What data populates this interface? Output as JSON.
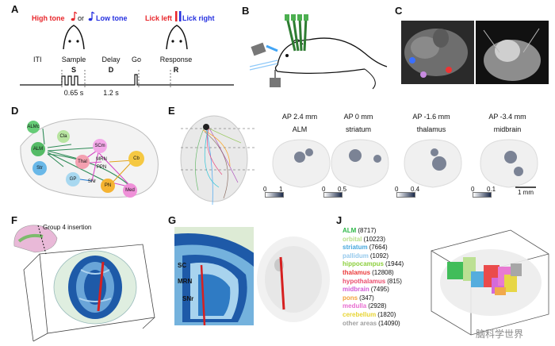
{
  "panels": {
    "A": "A",
    "B": "B",
    "C": "C",
    "D": "D",
    "E": "E",
    "F": "F",
    "G": "G",
    "J": "J"
  },
  "panelA": {
    "high_tone": "High tone",
    "or": "or",
    "low_tone": "Low tone",
    "lick_left": "Lick left",
    "lick_right": "Lick right",
    "iti": "ITI",
    "sample": "Sample",
    "sample_abbr": "S",
    "delay": "Delay",
    "delay_abbr": "D",
    "go": "Go",
    "response": "Response",
    "response_abbr": "R",
    "sample_duration": "0.65 s",
    "delay_duration": "1.2 s",
    "colors": {
      "high": "#e8262b",
      "low": "#2530e0"
    }
  },
  "panelD": {
    "nodes": [
      "ALMc",
      "Cla",
      "ALM",
      "SCm",
      "Thal",
      "MRN",
      "PPN",
      "Str",
      "GP",
      "SNr",
      "PN",
      "Med",
      "Cb"
    ],
    "colors": {
      "ALMc": "#66cc77",
      "Cla": "#b7e4a0",
      "ALM": "#55bb66",
      "SCm": "#f3a8e8",
      "Thal": "#f4a0b0",
      "MRN": "#e3aee8",
      "PPN": "#e3aee8",
      "Str": "#6ab8e8",
      "GP": "#a8d8f0",
      "SNr": "#e9c1ec",
      "PN": "#f5b332",
      "Med": "#ef90d8",
      "Cb": "#f5c842"
    }
  },
  "panelE": {
    "sections": [
      {
        "ap": "AP 2.4 mm",
        "region": "ALM",
        "scale_min": "0",
        "scale_max": "1"
      },
      {
        "ap": "AP 0 mm",
        "region": "striatum",
        "scale_min": "0",
        "scale_max": "0.5"
      },
      {
        "ap": "AP -1.6 mm",
        "region": "thalamus",
        "scale_min": "0",
        "scale_max": "0.4"
      },
      {
        "ap": "AP -3.4 mm",
        "region": "midbrain",
        "scale_min": "0",
        "scale_max": "0.1"
      }
    ],
    "scale_bar": "1 mm"
  },
  "panelF": {
    "insertion_label": "Group 4 insertion"
  },
  "panelG": {
    "labels": [
      "SC",
      "MRN",
      "SNr"
    ]
  },
  "panelJ": {
    "legend": [
      {
        "name": "ALM",
        "count": "(8717)",
        "color": "#2fb84a"
      },
      {
        "name": "orbital",
        "count": "(10223)",
        "color": "#b7df8a"
      },
      {
        "name": "striatum",
        "count": "(7664)",
        "color": "#45a7dd"
      },
      {
        "name": "pallidum",
        "count": "(1092)",
        "color": "#95c9ec"
      },
      {
        "name": "hippocampus",
        "count": "(1944)",
        "color": "#8ccf3c"
      },
      {
        "name": "thalamus",
        "count": "(12808)",
        "color": "#ea3a3a"
      },
      {
        "name": "hypothalamus",
        "count": "(815)",
        "color": "#ea4d6d"
      },
      {
        "name": "midbrain",
        "count": "(7495)",
        "color": "#d25cd7"
      },
      {
        "name": "pons",
        "count": "(347)",
        "color": "#f2a23a"
      },
      {
        "name": "medulla",
        "count": "(2928)",
        "color": "#e86ed0"
      },
      {
        "name": "cerebellum",
        "count": "(1820)",
        "color": "#e7d433"
      },
      {
        "name": "other areas",
        "count": "(14090)",
        "color": "#a0a0a0"
      }
    ]
  },
  "watermark": "脑科学世界"
}
